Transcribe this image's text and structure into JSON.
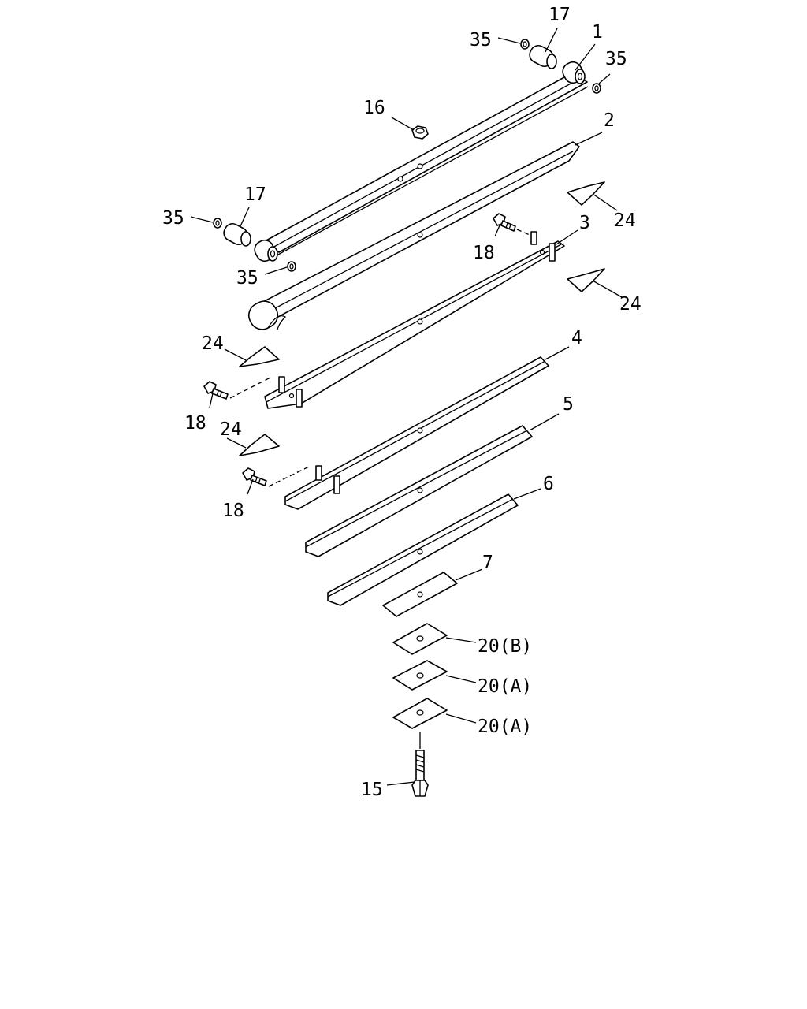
{
  "callouts": {
    "c1": "1",
    "c2": "2",
    "c3": "3",
    "c4": "4",
    "c5": "5",
    "c6": "6",
    "c7": "7",
    "c15": "15",
    "c16": "16",
    "c17a": "17",
    "c17b": "17",
    "c18a": "18",
    "c18b": "18",
    "c18c": "18",
    "c20b": "20(B)",
    "c20a1": "20(A)",
    "c20a2": "20(A)",
    "c24a": "24",
    "c24b": "24",
    "c24c": "24",
    "c24d": "24",
    "c35a": "35",
    "c35b": "35",
    "c35c": "35",
    "c35d": "35"
  }
}
